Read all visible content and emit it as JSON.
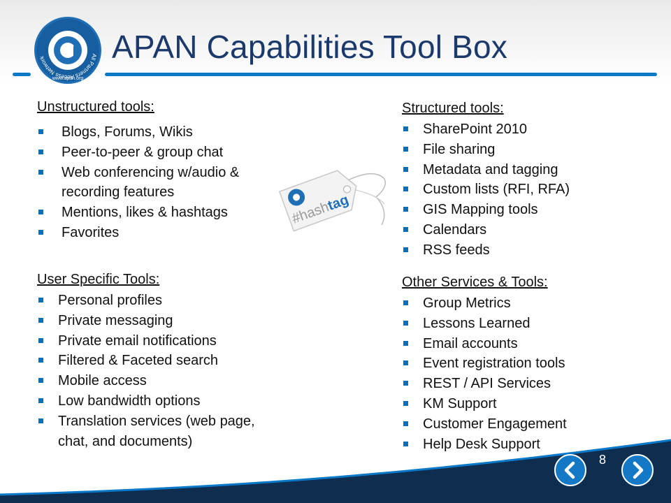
{
  "slide": {
    "title": "APAN Capabilities Tool Box",
    "page_number": "8"
  },
  "logo": {
    "ring_text": "All Partners Access Network",
    "url_text": "www.apan.org",
    "letter": "a"
  },
  "hashtag_image": {
    "prefix": "#hash",
    "suffix": "tag",
    "letter": "a"
  },
  "sections": {
    "unstructured": {
      "heading": "Unstructured tools:",
      "items": [
        [
          "Blogs, Forums, Wikis"
        ],
        [
          "Peer-to-peer & group chat"
        ],
        [
          "Web conferencing w/audio &",
          "recording features"
        ],
        [
          "Mentions, likes & hashtags"
        ],
        [
          "Favorites"
        ]
      ]
    },
    "user_specific": {
      "heading": "User Specific Tools:",
      "items": [
        [
          "Personal profiles"
        ],
        [
          "Private messaging"
        ],
        [
          "Private email notifications"
        ],
        [
          "Filtered & Faceted search"
        ],
        [
          "Mobile access"
        ],
        [
          "Low bandwidth options"
        ],
        [
          "Translation services (web page,",
          "chat, and documents)"
        ]
      ]
    },
    "structured": {
      "heading": "Structured tools:",
      "items": [
        [
          "SharePoint 2010"
        ],
        [
          "File sharing"
        ],
        [
          "Metadata and tagging"
        ],
        [
          "Custom lists (RFI, RFA)"
        ],
        [
          "GIS Mapping tools"
        ],
        [
          "Calendars"
        ],
        [
          "RSS feeds"
        ]
      ]
    },
    "other": {
      "heading": "Other Services & Tools:",
      "items": [
        [
          "Group Metrics"
        ],
        [
          "Lessons Learned"
        ],
        [
          "Email accounts"
        ],
        [
          "Event registration tools"
        ],
        [
          "REST / API Services"
        ],
        [
          "KM Support"
        ],
        [
          "Customer Engagement"
        ],
        [
          "Help Desk Support"
        ]
      ]
    }
  },
  "nav": {
    "prev_icon": "chevron-left-icon",
    "next_icon": "chevron-right-icon"
  },
  "colors": {
    "title": "#1b3a6b",
    "accent": "#0b78c8",
    "band_dark": "#0f2d4f",
    "bullet": "#0b6fb8"
  }
}
